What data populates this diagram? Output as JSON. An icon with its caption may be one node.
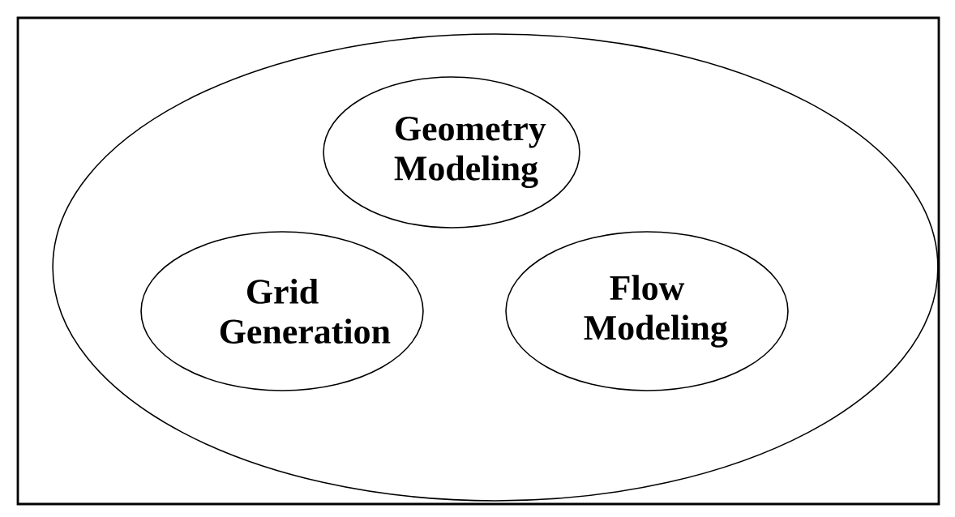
{
  "diagram": {
    "nodes": [
      {
        "text": [],
        "shape": "ellipse"
      },
      {
        "text": [
          "Geometry Modeling"
        ],
        "in": 0
      },
      {
        "text": [
          "Grid Generation"
        ],
        "in": 0
      },
      {
        "text": [
          "Flow Modeling"
        ],
        "in": 0
      }
    ]
  }
}
